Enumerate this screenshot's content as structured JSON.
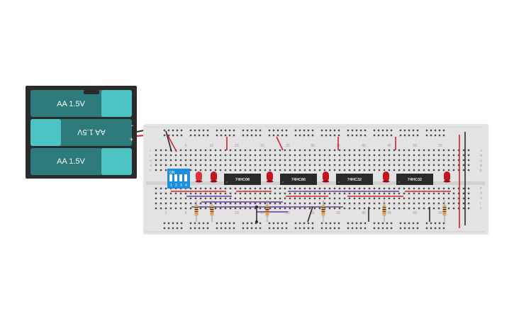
{
  "battery": {
    "cells": [
      "AA 1.5V",
      "AA 1.5V",
      "AA 1.5V"
    ],
    "minus_sign": "-",
    "plus_sign": "+"
  },
  "dip_switch": {
    "on_label": "ON",
    "numbers": [
      "1",
      "2",
      "3",
      "4"
    ]
  },
  "chips": [
    "74HC08",
    "74HC86",
    "74HC32",
    "74HC32"
  ],
  "breadboard": {
    "column_numbers_top": [
      "5",
      "10",
      "15",
      "20",
      "25",
      "30",
      "35",
      "40",
      "45",
      "50",
      "55"
    ],
    "column_numbers_bottom": [
      "1",
      "5",
      "10",
      "15",
      "20",
      "25",
      "30",
      "35",
      "40",
      "45",
      "50",
      "55"
    ],
    "row_letters_top": [
      "J",
      "I",
      "H",
      "G",
      "F"
    ],
    "row_letters_right_top": [
      "A",
      "B",
      "C",
      "D",
      "E"
    ],
    "row_letters_right_bottom": [
      "F",
      "G",
      "H",
      "I",
      "J"
    ]
  },
  "colors": {
    "battery_green": "#2e7b7c",
    "battery_teal": "#4cc4c4",
    "board": "#e3e3e3",
    "wire_red": "#d3242a",
    "wire_purple": "#6a3ca0",
    "wire_black": "#2a2a2a",
    "dip_blue": "#1d8de0",
    "led_red": "#c4141c"
  }
}
